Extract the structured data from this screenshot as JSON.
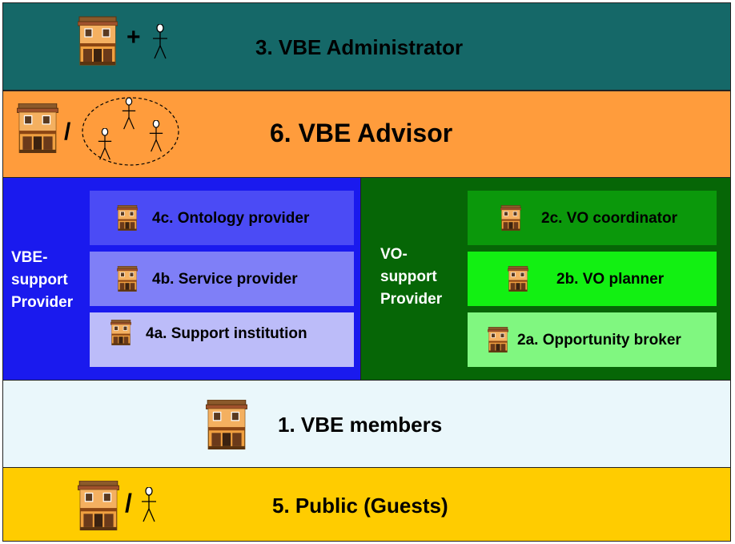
{
  "bands": {
    "admin": {
      "title": "3. VBE Administrator",
      "connector": "+",
      "color": "#156868"
    },
    "advisor": {
      "title": "6. VBE Advisor",
      "connector": "/",
      "color": "#FF9C3C"
    },
    "members": {
      "title": "1. VBE members",
      "color": "#EAF7FB"
    },
    "public": {
      "title": "5. Public (Guests)",
      "connector": "/",
      "color": "#FFCC00"
    }
  },
  "vbe_support": {
    "label": "VBE-\nsupport\nProvider",
    "label_color": "#FFFFFF",
    "color": "#1A1AEE",
    "boxes": [
      {
        "label": "4c. Ontology provider",
        "color": "#4B4BF5"
      },
      {
        "label": "4b. Service provider",
        "color": "#7F7FF7"
      },
      {
        "label": "4a. Support institution",
        "color": "#BCBCF9"
      }
    ]
  },
  "vo_support": {
    "label": "VO-\nsupport\nProvider",
    "label_color": "#FFFFFF",
    "color": "#066606",
    "boxes": [
      {
        "label": "2c. VO coordinator",
        "color": "#0B980B"
      },
      {
        "label": "2b. VO planner",
        "color": "#12F012"
      },
      {
        "label": "2a. Opportunity broker",
        "color": "#80F780"
      }
    ]
  },
  "icons": [
    "building-icon",
    "person-icon",
    "person-group-icon"
  ]
}
